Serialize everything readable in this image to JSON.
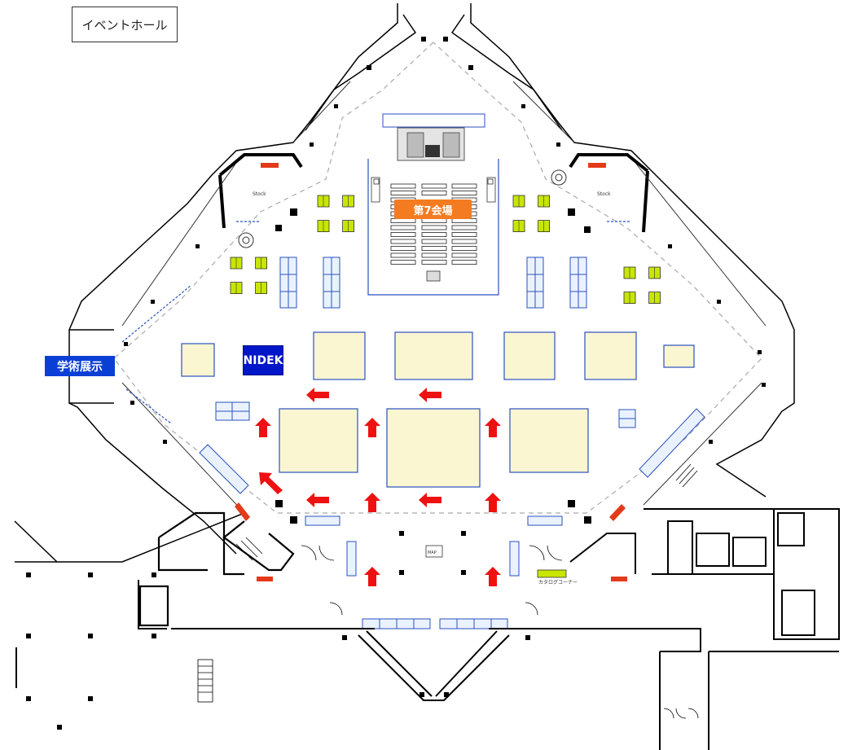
{
  "header": {
    "title": "イベントホール"
  },
  "labels": {
    "academic_exhibit": "学術展示",
    "nidek": "NIDEK",
    "hall7": "第7会場",
    "stock_left": "Stock",
    "stock_right": "Stock",
    "map": "MAP",
    "catalog_corner": "カタログコーナー"
  },
  "colors": {
    "booth_fill": "#fbf6d2",
    "booth_stroke": "#2a52be",
    "arrow": "#ee1111",
    "wall": "#000000",
    "dashed_route": "#aaaaaa",
    "table_fill": "#c8e600",
    "exit_marker": "#e33a1a",
    "academic_badge": "#0a3fd6",
    "nidek_badge": "#0016c8",
    "hall7_badge": "#f47b20"
  },
  "icons": [
    "arrow-up-icon",
    "arrow-left-icon",
    "stair-icon",
    "column-icon",
    "table-icon",
    "exit-marker-icon"
  ]
}
